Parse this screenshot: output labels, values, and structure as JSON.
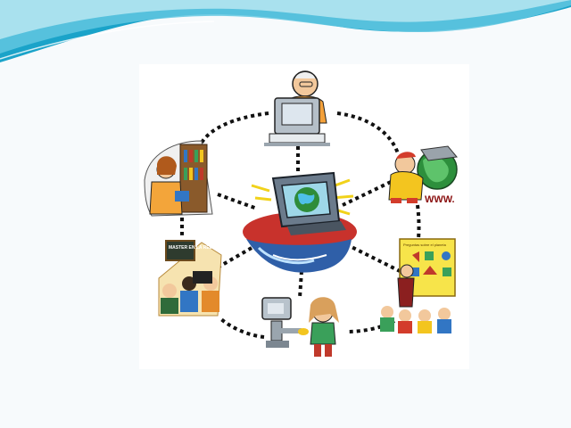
{
  "slide": {
    "background": "#f7fafc",
    "wave_colors": [
      "#1aa3c9",
      "#5cc4df",
      "#a7e0ee"
    ]
  },
  "diagram": {
    "hub": {
      "label": "computer-with-globe-icon"
    },
    "nodes": [
      {
        "id": "teacher-at-computer",
        "icon": "person-computer-icon"
      },
      {
        "id": "student-with-globe",
        "icon": "globe-icon",
        "text": "WWW."
      },
      {
        "id": "teacher-with-chart",
        "icon": "chart-board-icon",
        "text": "Preguntas sobre el planeta"
      },
      {
        "id": "girl-with-robot",
        "icon": "robot-icon"
      },
      {
        "id": "classroom",
        "icon": "classroom-icon",
        "text": "MASTER EN LA RED"
      },
      {
        "id": "librarian",
        "icon": "bookshelf-icon"
      }
    ],
    "connector_style": "dotted",
    "connector_color": "#111111"
  }
}
